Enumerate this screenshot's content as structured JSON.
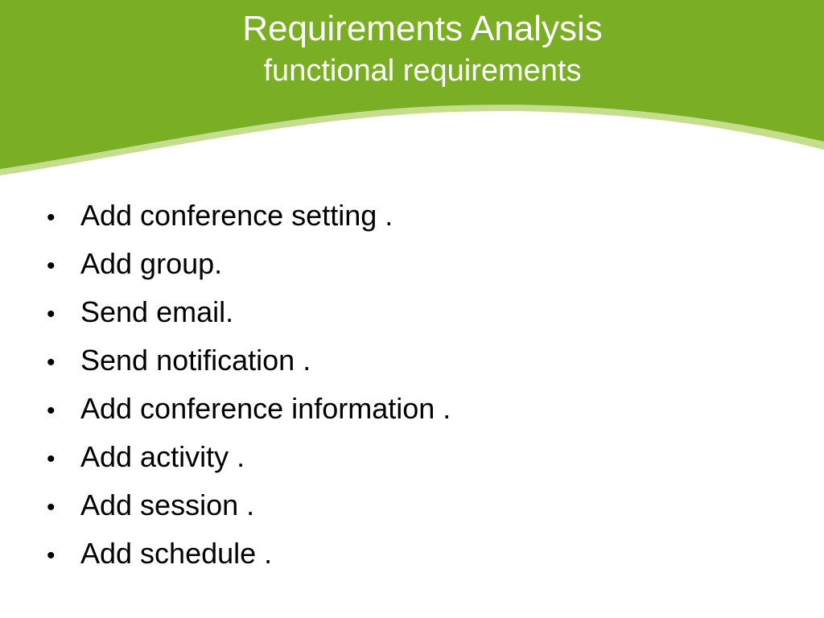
{
  "slide": {
    "title": "Requirements Analysis",
    "subtitle": "functional requirements",
    "bullet_glyph": "•",
    "bullets": [
      "Add conference setting .",
      "Add group.",
      "Send email.",
      "Send notification .",
      "Add conference information .",
      "Add activity .",
      "Add session .",
      "Add schedule ."
    ]
  },
  "colors": {
    "header_green": "#7aae24",
    "header_edge": "#c4de8e",
    "title_text": "#ffffff",
    "body_text": "#000000"
  }
}
